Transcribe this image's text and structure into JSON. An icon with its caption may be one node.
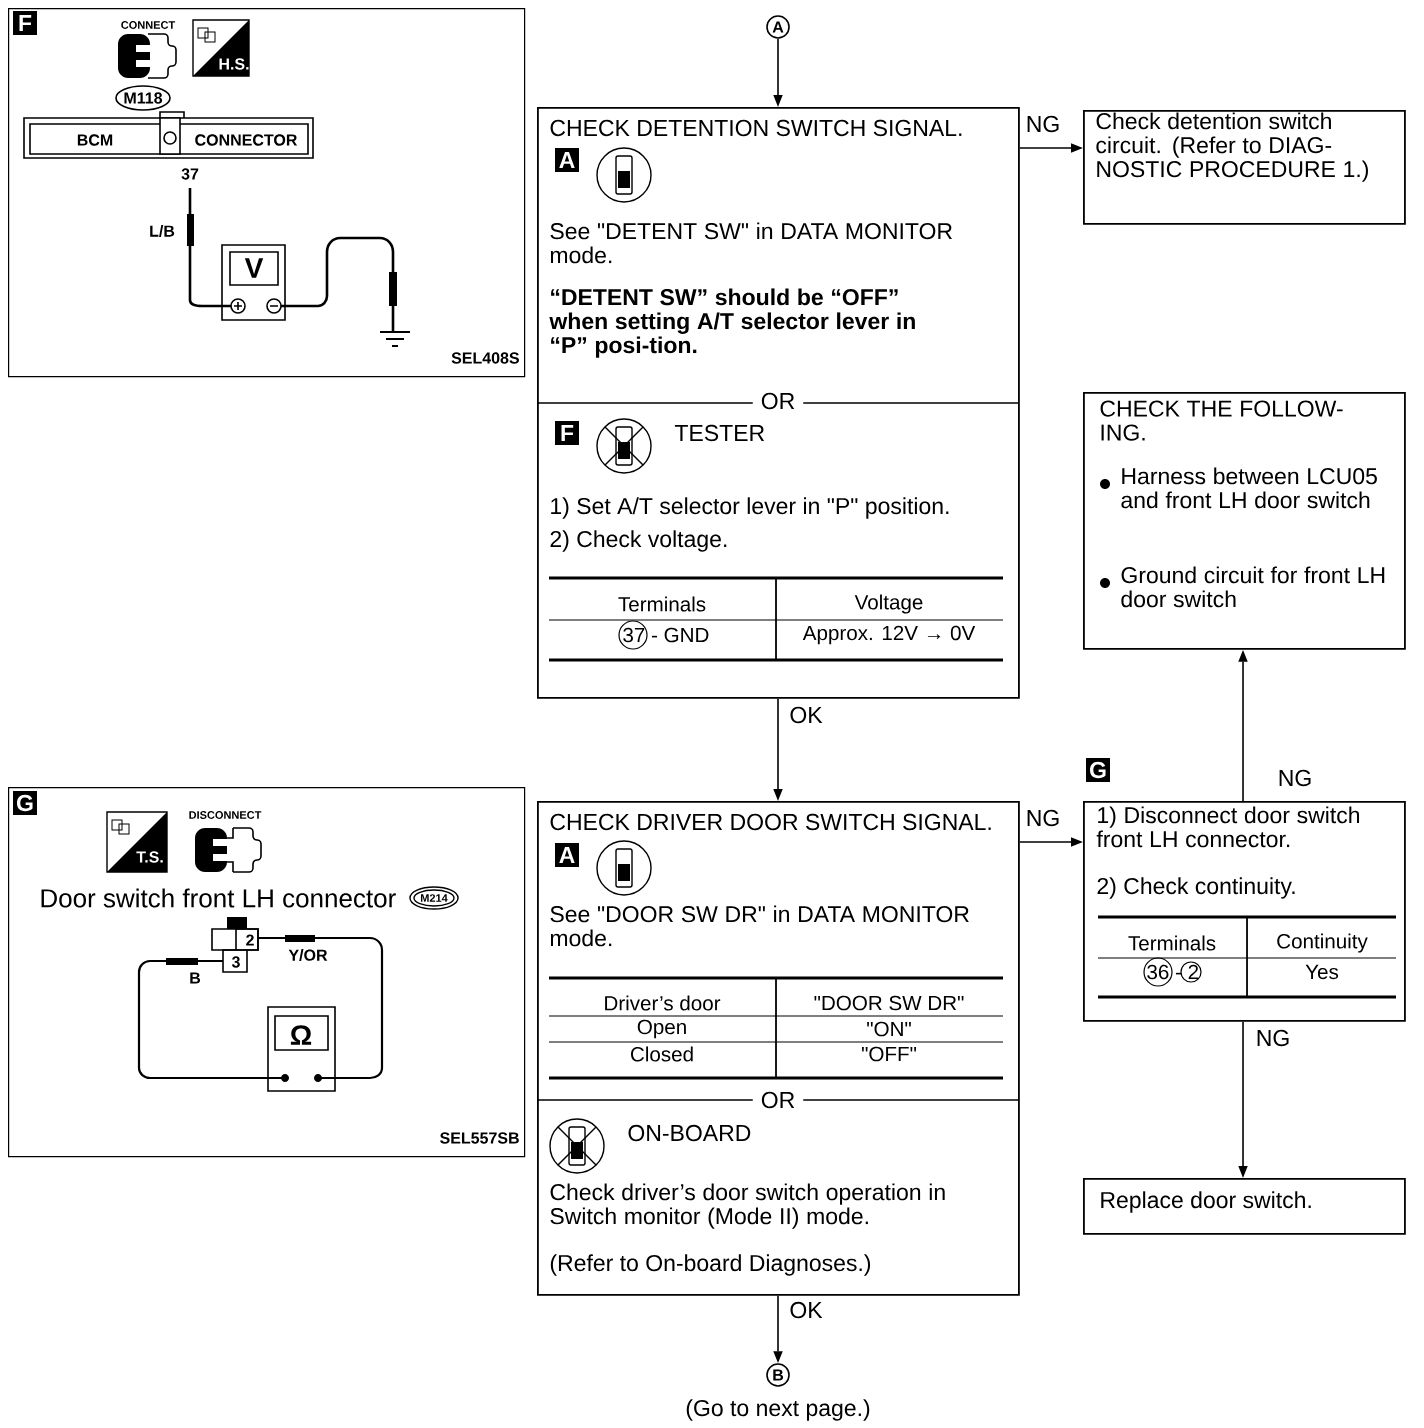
{
  "diagram": {
    "nodes": [
      {
        "text": [
          "F",
          "CONNECT",
          "H.S.",
          "M118",
          "BCM",
          "CONNECTOR",
          "37",
          "L/B",
          "V",
          "SEL408S"
        ]
      },
      {
        "text": [
          "A"
        ]
      },
      {
        "text": [
          "CHECK DETENTION SWITCH SIGNAL.",
          "A",
          "See \"DETENT SW\" in DATA MONITOR mode.",
          "“DETENT SW” should be “OFF” when setting A/T selector lever in “P” posi-tion.",
          "OR",
          "F",
          "TESTER",
          "1) Set A/T selector lever in \"P\" position.",
          "2) Check voltage.",
          "Terminals",
          "Voltage",
          "37 - GND",
          "Approx. 12V → 0V"
        ]
      },
      {
        "text": [
          "Check detention switch circuit. (Refer to DIAG-NOSTIC PROCEDURE 1.)"
        ]
      },
      {
        "text": [
          "CHECK THE FOLLOW-ING.",
          "Harness between LCU05 and front LH door switch",
          "Ground circuit for front LH door switch"
        ]
      },
      {
        "text": [
          "G",
          "T.S.",
          "DISCONNECT",
          "Door switch front LH connector",
          "M214",
          "2",
          "3",
          "Y/OR",
          "B",
          "Ω",
          "SEL557SB"
        ]
      },
      {
        "text": [
          "CHECK DRIVER DOOR SWITCH SIGNAL.",
          "A",
          "See \"DOOR SW DR\" in DATA MONITOR mode.",
          "Driver’s door",
          "\"DOOR SW DR\"",
          "Open",
          "\"ON\"",
          "Closed",
          "\"OFF\"",
          "OR",
          "ON-BOARD",
          "Check driver’s door switch operation in Switch monitor (Mode II) mode.",
          "(Refer to On-board Diagnoses.)"
        ]
      },
      {
        "text": [
          "1) Disconnect door switch front LH connector.",
          "2) Check continuity.",
          "Terminals",
          "Continuity",
          "36 - 2",
          "Yes"
        ],
        "beside": [
          "G"
        ]
      },
      {
        "text": [
          "Replace door switch."
        ]
      },
      {
        "text": [
          "B"
        ],
        "beside": [
          "(Go to next page.)"
        ]
      }
    ],
    "edges": [
      {
        "from": 1,
        "to": 2,
        "arrow": "to"
      },
      {
        "from": 2,
        "to": 3,
        "arrow": "to",
        "label": "NG"
      },
      {
        "from": 2,
        "to": 6,
        "arrow": "to",
        "label": "OK"
      },
      {
        "from": 6,
        "to": 7,
        "arrow": "to",
        "label": "NG"
      },
      {
        "from": 7,
        "to": 4,
        "arrow": "to",
        "label": "NG"
      },
      {
        "from": 7,
        "to": 8,
        "arrow": "to",
        "label": "NG"
      },
      {
        "from": 6,
        "to": 9,
        "arrow": "to",
        "label": "OK"
      }
    ]
  }
}
